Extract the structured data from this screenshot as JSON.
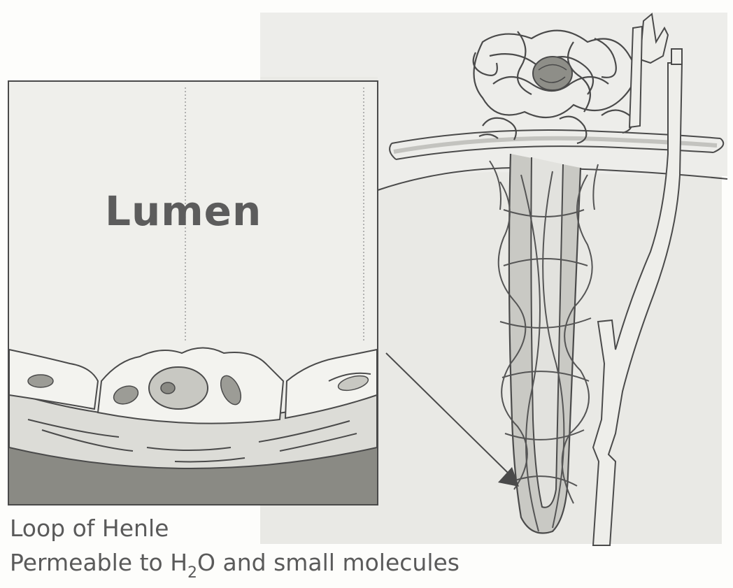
{
  "labels": {
    "lumen": "Lumen"
  },
  "caption": {
    "title": "Loop of Henle",
    "desc_before": "Permeable to H",
    "desc_sub": "2",
    "desc_after": "O and small molecules"
  },
  "colors": {
    "line": "#4a4a4a",
    "tissue_bg": "#e7e7e3",
    "lumen_bg": "#efefeb",
    "vessel": "#bcbcb6",
    "cell_fill": "#f3f3ef",
    "nucleus": "#b5b5ae",
    "basement": "#7d7d77"
  }
}
